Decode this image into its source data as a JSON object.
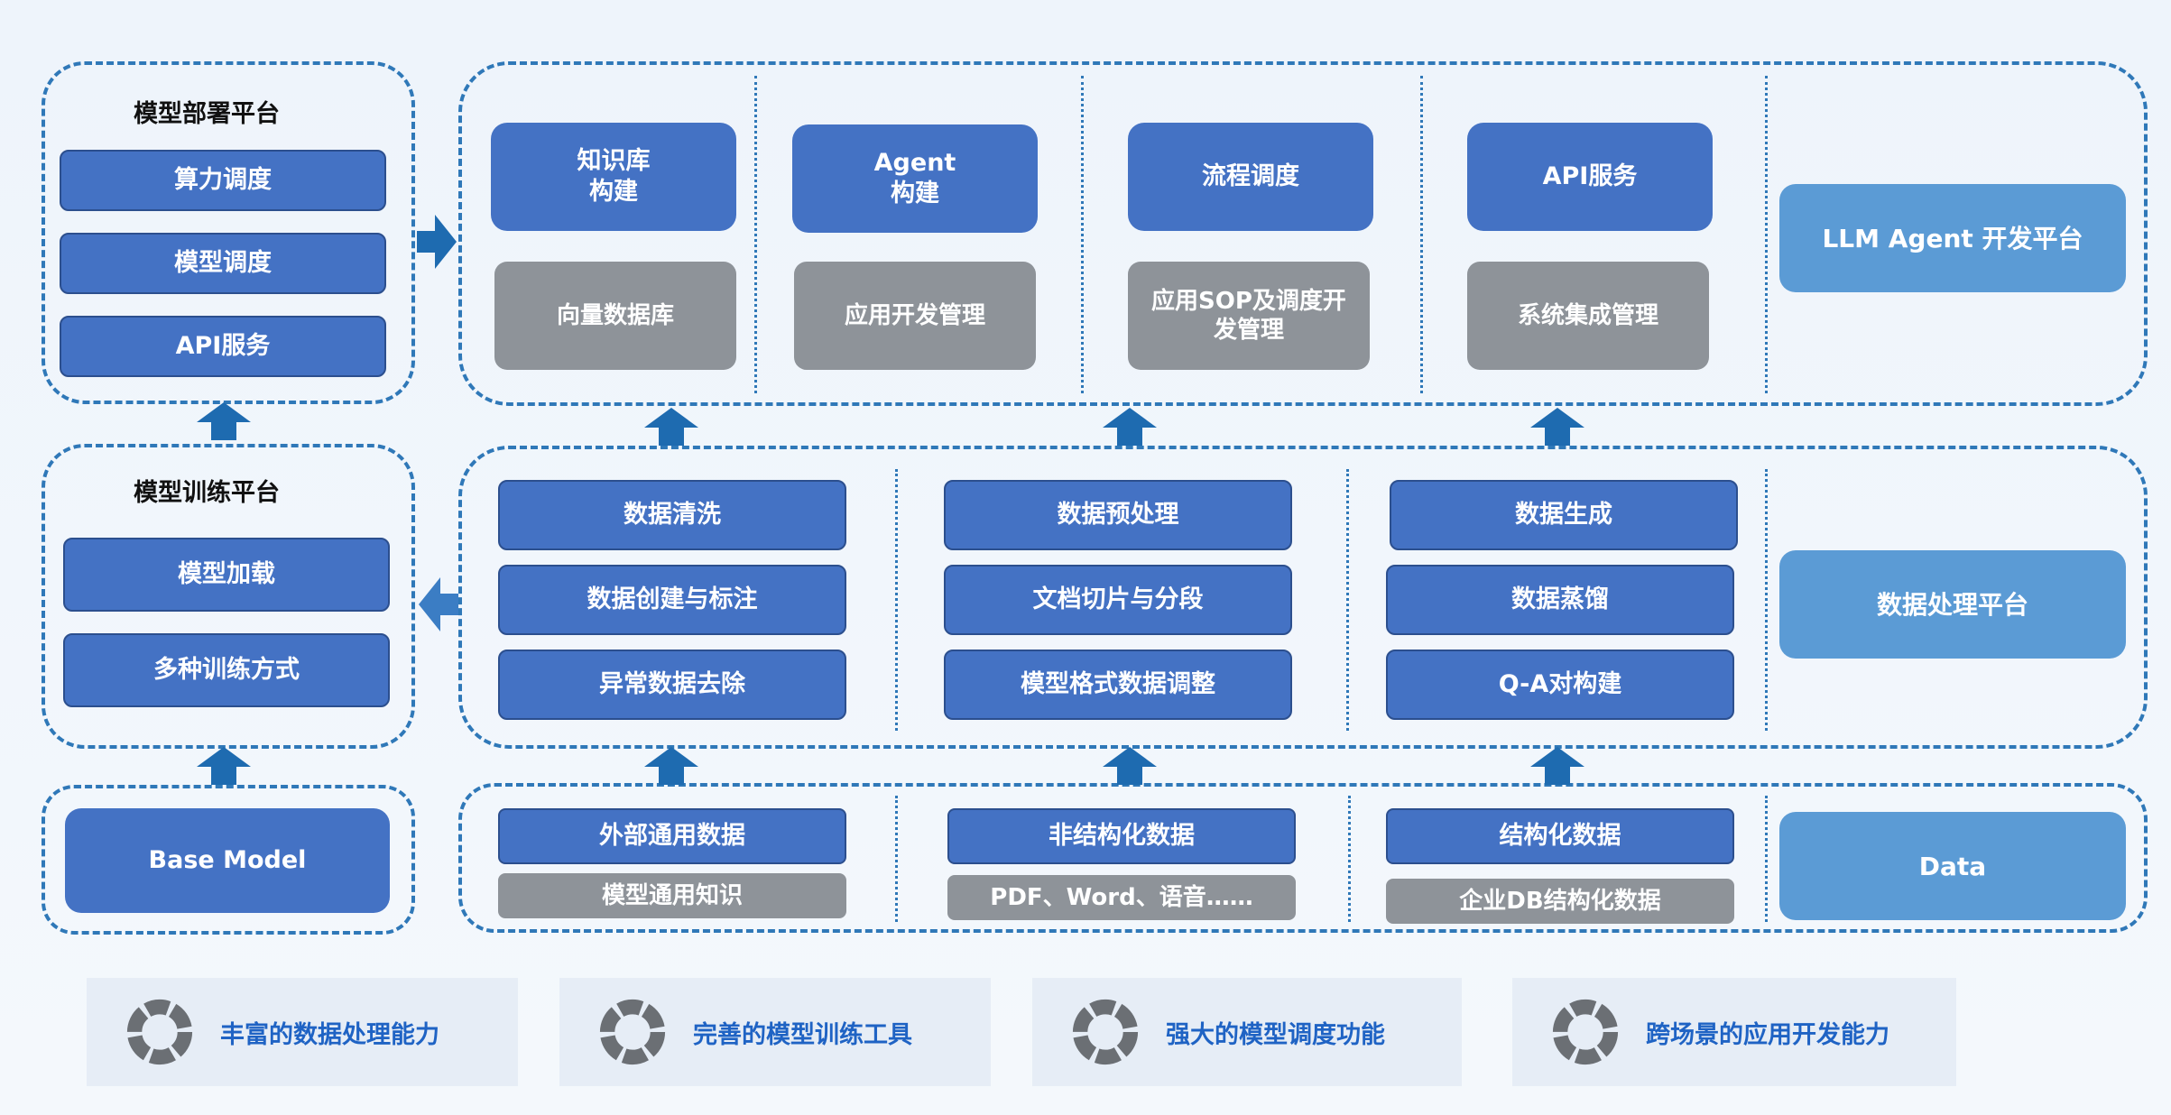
{
  "deploy": {
    "title": "模型部署平台",
    "items": [
      "算力调度",
      "模型调度",
      "API服务"
    ]
  },
  "train": {
    "title": "模型训练平台",
    "items": [
      "模型加载",
      "多种训练方式"
    ]
  },
  "base": {
    "label": "Base Model"
  },
  "agent": {
    "columns": [
      {
        "top": "知识库\n构建",
        "bottom": "向量数据库"
      },
      {
        "top": "Agent\n构建",
        "bottom": "应用开发管理"
      },
      {
        "top": "流程调度",
        "bottom": "应用SOP及调度开发管理"
      },
      {
        "top": "API服务",
        "bottom": "系统集成管理"
      }
    ],
    "label": "LLM Agent 开发平台"
  },
  "processing": {
    "columns": [
      [
        "数据清洗",
        "数据创建与标注",
        "异常数据去除"
      ],
      [
        "数据预处理",
        "文档切片与分段",
        "模型格式数据调整"
      ],
      [
        "数据生成",
        "数据蒸馏",
        "Q-A对构建"
      ]
    ],
    "label": "数据处理平台"
  },
  "data": {
    "columns": [
      {
        "top": "外部通用数据",
        "bottom": "模型通用知识"
      },
      {
        "top": "非结构化数据",
        "bottom": "PDF、Word、语音……"
      },
      {
        "top": "结构化数据",
        "bottom": "企业DB结构化数据"
      }
    ],
    "label": "Data"
  },
  "features": [
    "丰富的数据处理能力",
    "完善的模型训练工具",
    "强大的模型调度功能",
    "跨场景的应用开发能力"
  ],
  "colors": {
    "primary": "#4472c4",
    "secondary": "#8e9399",
    "accent": "#5b9bd5",
    "dash": "#2f78b8",
    "arrow": "#1e6bb0",
    "feature_text": "#1f63c4"
  },
  "icons": {
    "arrow": "arrow-up-icon",
    "feature": "ring-segment-icon"
  }
}
